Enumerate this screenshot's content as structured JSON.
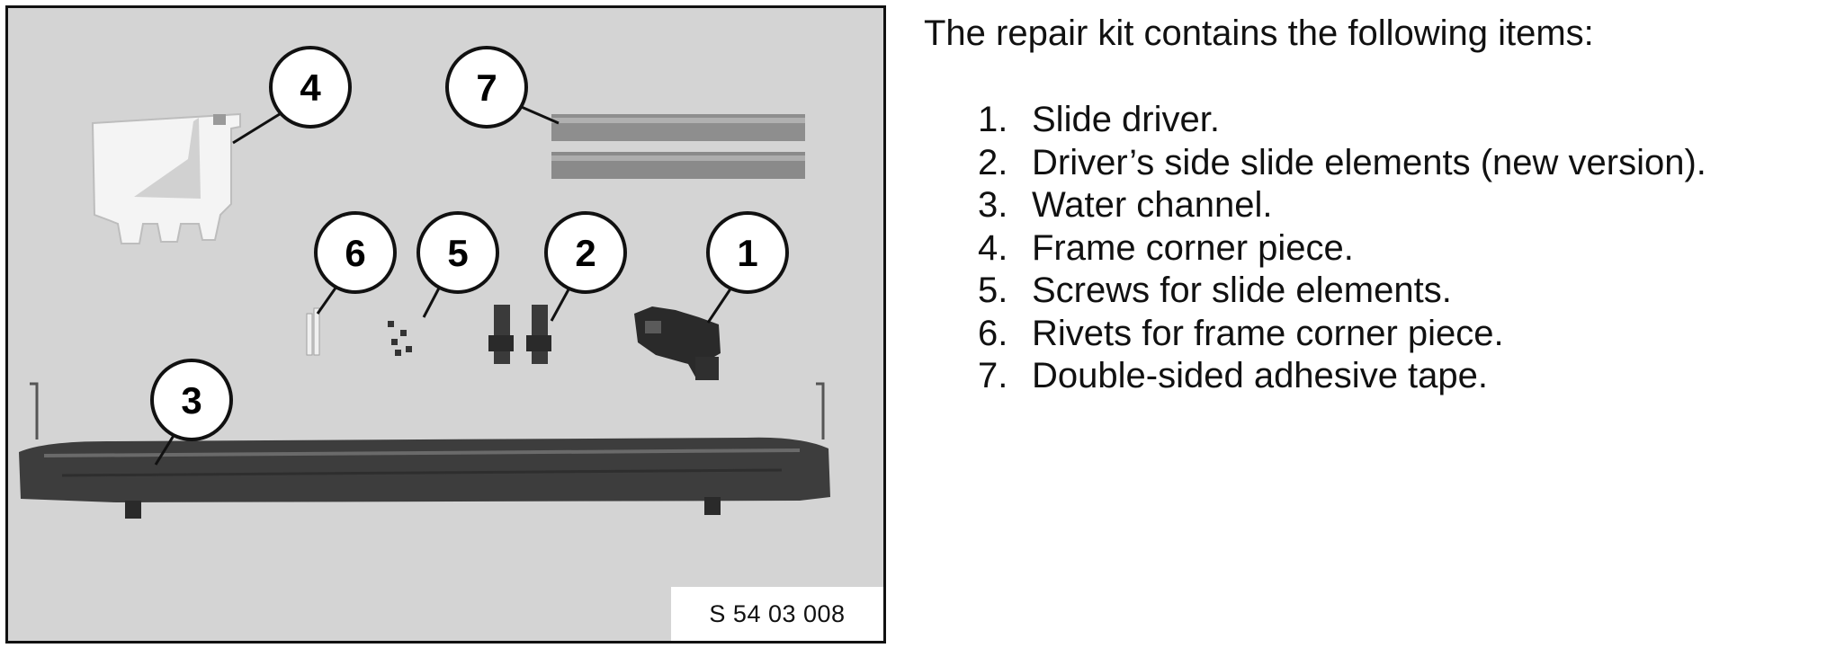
{
  "figure": {
    "code": "S 54 03 008",
    "callouts": [
      "1",
      "2",
      "3",
      "4",
      "5",
      "6",
      "7"
    ]
  },
  "kit": {
    "intro": "The repair kit contains the following items:",
    "items": [
      {
        "num": "1.",
        "label": "Slide driver."
      },
      {
        "num": "2.",
        "label": "Driver’s side slide elements (new version)."
      },
      {
        "num": "3.",
        "label": "Water channel."
      },
      {
        "num": "4.",
        "label": "Frame corner piece."
      },
      {
        "num": "5.",
        "label": "Screws for slide elements."
      },
      {
        "num": "6.",
        "label": "Rivets for frame corner piece."
      },
      {
        "num": "7.",
        "label": "Double-sided adhesive tape."
      }
    ]
  }
}
